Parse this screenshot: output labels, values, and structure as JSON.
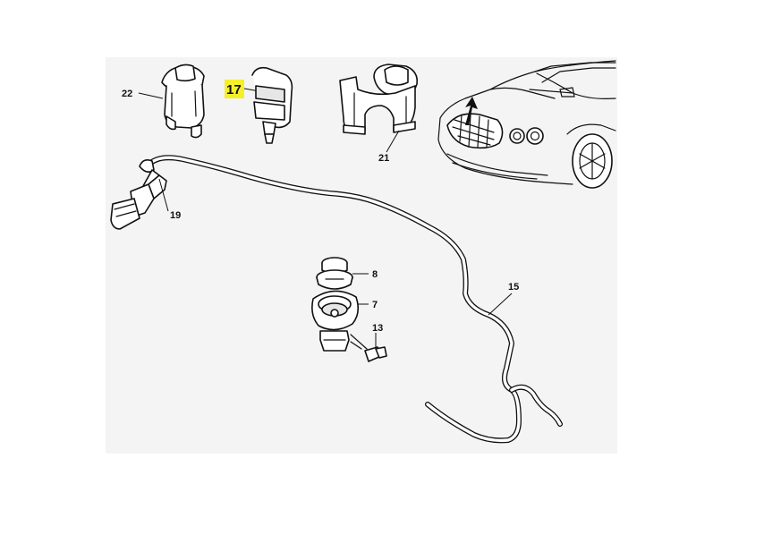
{
  "diagram": {
    "highlight_color": "#f5ef2a",
    "highlighted_part": "17",
    "callouts": {
      "c22": "22",
      "c17": "17",
      "c21": "21",
      "c19": "19",
      "c8": "8",
      "c7": "7",
      "c13": "13",
      "c15": "15"
    },
    "parts": [
      {
        "id": "22",
        "icon": "hose-clip-icon"
      },
      {
        "id": "17",
        "icon": "retaining-clip-icon"
      },
      {
        "id": "21",
        "icon": "double-hose-clip-icon"
      },
      {
        "id": "19",
        "icon": "connector-icon"
      },
      {
        "id": "8",
        "icon": "washer-jet-cap-icon"
      },
      {
        "id": "7",
        "icon": "washer-jet-icon"
      },
      {
        "id": "13",
        "icon": "screw-icon"
      },
      {
        "id": "15",
        "icon": "washer-hose-icon"
      }
    ],
    "inset": {
      "icon": "car-front-icon"
    }
  }
}
